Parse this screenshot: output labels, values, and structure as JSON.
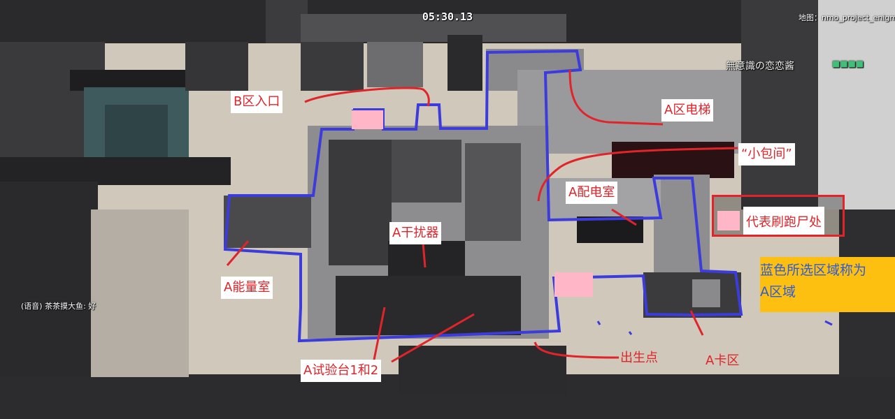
{
  "hud": {
    "timer": "05:30.13",
    "map_label": "地图：nmo_project_enigma_v",
    "player_name": "無意識の恋恋酱",
    "player_status": "■■■■",
    "chat": "(语音) 茶茶摸大鱼: 好"
  },
  "annotations": {
    "b_zone_entrance": "B区入口",
    "a_zone_elevator": "A区电梯",
    "small_booth": "“小包间”",
    "a_power_room": "A配电室",
    "a_disruptor": "A干扰器",
    "a_energy_room": "A能量室",
    "a_test_benches": "A试验台1和2",
    "spawn_point": "出生点",
    "a_stuck_zone": "A卡区"
  },
  "legend": {
    "zombie_spawn_text": "代表刷跑尸处",
    "swatch_color": "#ffb6c6"
  },
  "note": {
    "line1": "蓝色所选区域称为",
    "line2": "A区域"
  },
  "colors": {
    "annotation_red": "#e0242a",
    "zone_blue": "#3c3cdc",
    "note_background": "#fdc010",
    "note_text": "#2d5bd8"
  }
}
